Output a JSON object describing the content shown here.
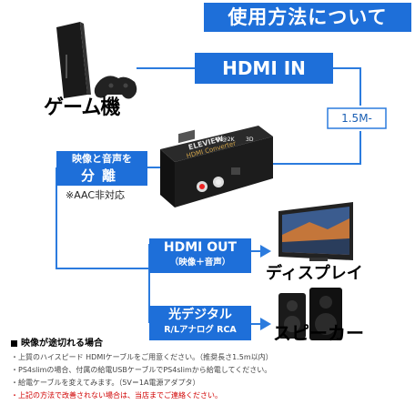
{
  "header": {
    "title": "使用方法について"
  },
  "input": {
    "label": "HDMI IN",
    "cable_length": "1.5M-"
  },
  "source": {
    "device_label": "ゲーム機"
  },
  "device": {
    "brand": "ELEVIEW",
    "product_line": "HDMI Converter",
    "badge_4k": "4K@2K",
    "badge_3d": "3D"
  },
  "separation": {
    "line1": "映像と音声を",
    "line2": "分離",
    "note": "※AAC非対応"
  },
  "outputs": [
    {
      "title": "HDMI OUT",
      "subtitle": "（映像＋音声）",
      "target": "ディスプレイ"
    },
    {
      "title": "光デジタル",
      "subtitle": "R/Lアナログ RCA",
      "target": "スピーカー"
    }
  ],
  "notes": {
    "title": "映像が途切れる場合",
    "items": [
      "・上質のハイスピード HDMIケーブルをご用意ください。（推奨長さ1.5m以内）",
      "・PS4slimの場合、付属の給電USBケーブルでPS4slimから給電してください。",
      "・給電ケーブルを変えてみます。（5V＝1A電源アダプタ）",
      "・上記の方法で改善されない場合は、当店までご連絡ください。"
    ]
  },
  "colors": {
    "accent_blue": "#1e6fd9",
    "line_blue": "#2b7bde",
    "note_red": "#d00000"
  }
}
